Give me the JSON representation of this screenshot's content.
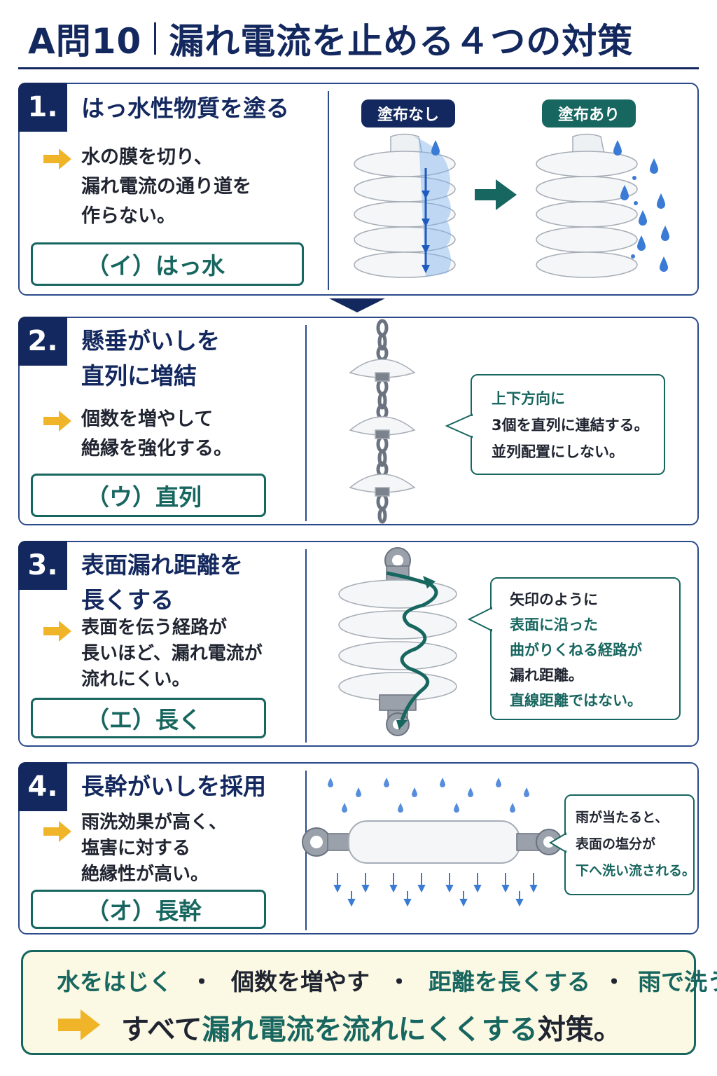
{
  "title": {
    "prefix": "A問10",
    "main": "漏れ電流を止める４つの対策"
  },
  "colors": {
    "navy": "#13285e",
    "teal": "#17665f",
    "arrow_yellow": "#f0b429",
    "water_blue": "#3a7bd5",
    "summary_bg": "#fbf8e3"
  },
  "icons": {
    "arrow": "arrow-right-icon",
    "drop": "water-drop-icon"
  },
  "sections": [
    {
      "number": "1.",
      "heading": "はっ水性物質を塗る",
      "description": "水の膜を切り、\n漏れ電流の通り道を\n作らない。",
      "answer": "（イ）はっ水",
      "labels": {
        "before": "塗布なし",
        "after": "塗布あり"
      }
    },
    {
      "number": "2.",
      "heading": "懸垂がいしを\n直列に増結",
      "description": "個数を増やして\n絶縁を強化する。",
      "answer": "（ウ）直列",
      "callout": [
        "上下方向に",
        "3個を直列に連結する。",
        "並列配置にしない。"
      ]
    },
    {
      "number": "3.",
      "heading": "表面漏れ距離を\n長くする",
      "description": "表面を伝う経路が\n長いほど、漏れ電流が\n流れにくい。",
      "answer": "（エ）長く",
      "callout": [
        "矢印のように",
        "表面に沿った",
        "曲がりくねる経路が",
        "漏れ距離。",
        "直線距離ではない。"
      ]
    },
    {
      "number": "4.",
      "heading": "長幹がいしを採用",
      "description": "雨洗効果が高く、\n塩害に対する\n絶縁性が高い。",
      "answer": "（オ）長幹",
      "callout": [
        "雨が当たると、",
        "表面の塩分が",
        "下へ洗い流される。"
      ]
    }
  ],
  "summary": {
    "items": [
      "水をはじく",
      "個数を増やす",
      "距離を長くする",
      "雨で洗う"
    ],
    "separator": "・",
    "conclusion_pre": "すべて",
    "conclusion_em": "漏れ電流を流れにくくする",
    "conclusion_post": "対策。"
  }
}
